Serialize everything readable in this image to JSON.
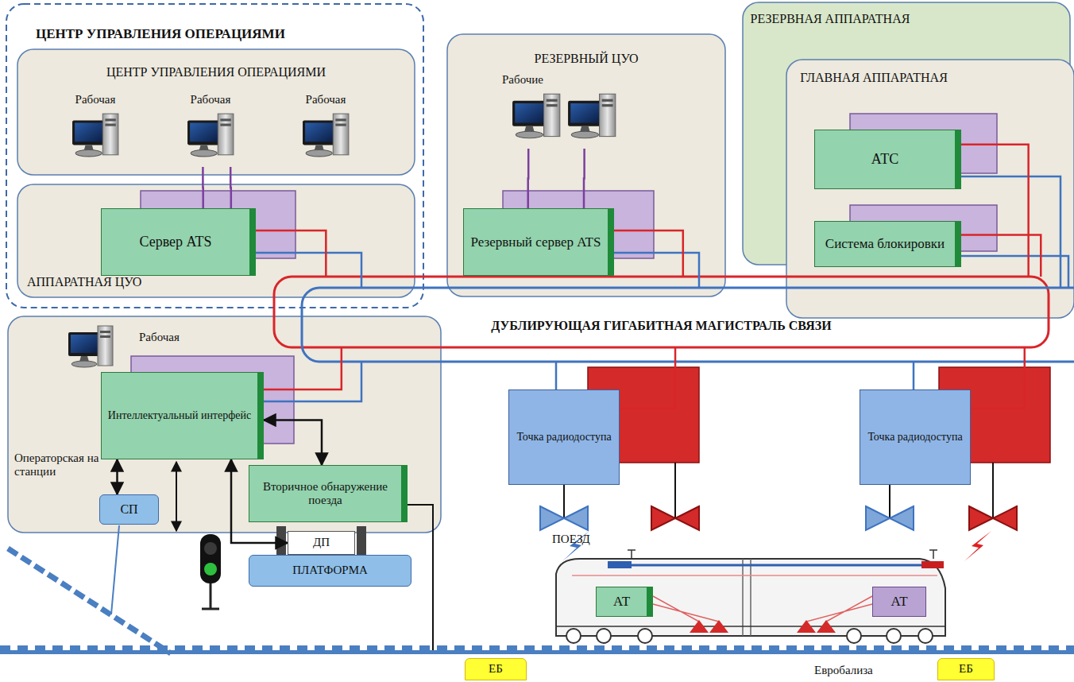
{
  "diagram": {
    "nodes": [
      {
        "text": [
          "ЦЕНТР УПРАВЛЕНИЯ ОПЕРАЦИЯМИ"
        ]
      },
      {
        "text": [
          "ЦЕНТР УПРАВЛЕНИЯ ОПЕРАЦИЯМИ"
        ],
        "in": 0
      },
      {
        "text": [
          "Рабочая"
        ],
        "in": 1
      },
      {
        "text": [
          "Рабочая"
        ],
        "in": 1
      },
      {
        "text": [
          "Рабочая"
        ],
        "in": 1
      },
      {
        "text": [
          "АППАРАТНАЯ ЦУО"
        ],
        "in": 0
      },
      {
        "text": [
          "Сервер ATS"
        ],
        "in": 5
      },
      {
        "text": [
          "РЕЗЕРВНЫЙ ЦУО"
        ]
      },
      {
        "text": [
          "Рабочие"
        ],
        "in": 7
      },
      {
        "text": [
          "Резервный сервер ATS"
        ],
        "in": 7
      },
      {
        "text": [
          "РЕЗЕРВНАЯ АППАРАТНАЯ"
        ]
      },
      {
        "text": [
          "ГЛАВНАЯ АППАРАТНАЯ"
        ]
      },
      {
        "text": [
          "АТС"
        ],
        "in": 11
      },
      {
        "text": [
          "Система блокировки"
        ],
        "in": 11
      },
      {
        "text": [
          "ДУБЛИРУЮЩАЯ ГИГАБИТНАЯ МАГИСТРАЛЬ СВЯЗИ"
        ]
      },
      {
        "text": [
          "Операторская на станции"
        ]
      },
      {
        "text": [
          "Рабочая"
        ],
        "in": 15
      },
      {
        "text": [
          "Интеллектуальный интерфейс"
        ],
        "in": 15
      },
      {
        "text": [
          "Вторичное обнаружение поезда"
        ],
        "in": 15
      },
      {
        "text": [
          "СП"
        ]
      },
      {
        "text": [
          "ДП"
        ]
      },
      {
        "text": [
          "ПЛАТФОРМА"
        ]
      },
      {
        "text": [
          "Точка радиодоступа"
        ]
      },
      {
        "text": [
          "Точка радиодоступа"
        ]
      },
      {
        "text": [
          "ПОЕЗД"
        ]
      },
      {
        "text": [
          "АТ"
        ],
        "in": 24
      },
      {
        "text": [
          "АТ"
        ],
        "in": 24
      },
      {
        "text": [
          "ЕБ"
        ]
      },
      {
        "text": [
          "ЕБ"
        ]
      }
    ],
    "edges": [
      {
        "from": 3,
        "to": 6,
        "arrow": "none"
      },
      {
        "from": 3,
        "to": 6,
        "arrow": "none"
      },
      {
        "from": 8,
        "to": 9,
        "arrow": "none"
      },
      {
        "from": 8,
        "to": 9,
        "arrow": "none"
      },
      {
        "from": 6,
        "to": 14,
        "arrow": "none"
      },
      {
        "from": 9,
        "to": 14,
        "arrow": "none"
      },
      {
        "from": 12,
        "to": 14,
        "arrow": "none"
      },
      {
        "from": 13,
        "to": 14,
        "arrow": "none"
      },
      {
        "from": 17,
        "to": 14,
        "arrow": "none"
      },
      {
        "from": 22,
        "to": 14,
        "arrow": "none"
      },
      {
        "from": 23,
        "to": 14,
        "arrow": "none"
      },
      {
        "from": 17,
        "to": 18,
        "arrow": "both"
      },
      {
        "from": 17,
        "to": 19,
        "arrow": "both"
      },
      {
        "from": 17,
        "to": 20,
        "arrow": "both"
      }
    ],
    "labels": [
      "Евробализа"
    ]
  }
}
